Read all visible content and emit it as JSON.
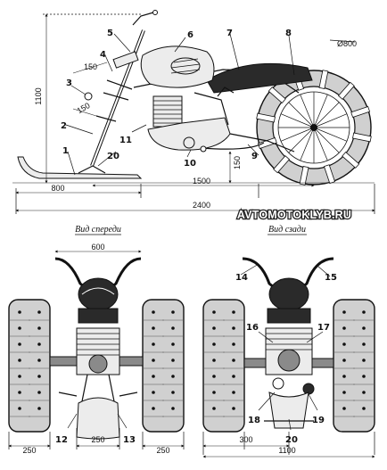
{
  "side_view": {
    "callouts": [
      "1",
      "2",
      "3",
      "4",
      "5",
      "6",
      "7",
      "8",
      "9",
      "10",
      "11",
      "20"
    ],
    "dimensions": {
      "height": "1100",
      "ski_length": "800",
      "wheelbase": "1500",
      "overall_length": "2400",
      "wheel_diameter": "Ø800",
      "clearance": "150",
      "steer_upper": "150",
      "steer_lower": "150"
    }
  },
  "watermark": "AVTOMOTOKLYB.RU",
  "front_view": {
    "caption": "Вид спереди",
    "callouts": [
      "12",
      "13"
    ],
    "dimensions": {
      "handlebar_width": "600",
      "left_track": "250",
      "ski_width": "250",
      "right_track": "250"
    }
  },
  "rear_view": {
    "caption": "Вид сзади",
    "callouts": [
      "14",
      "15",
      "16",
      "17",
      "18",
      "19",
      "20"
    ],
    "dimensions": {
      "left_offset": "300",
      "overall_width": "1100"
    }
  }
}
